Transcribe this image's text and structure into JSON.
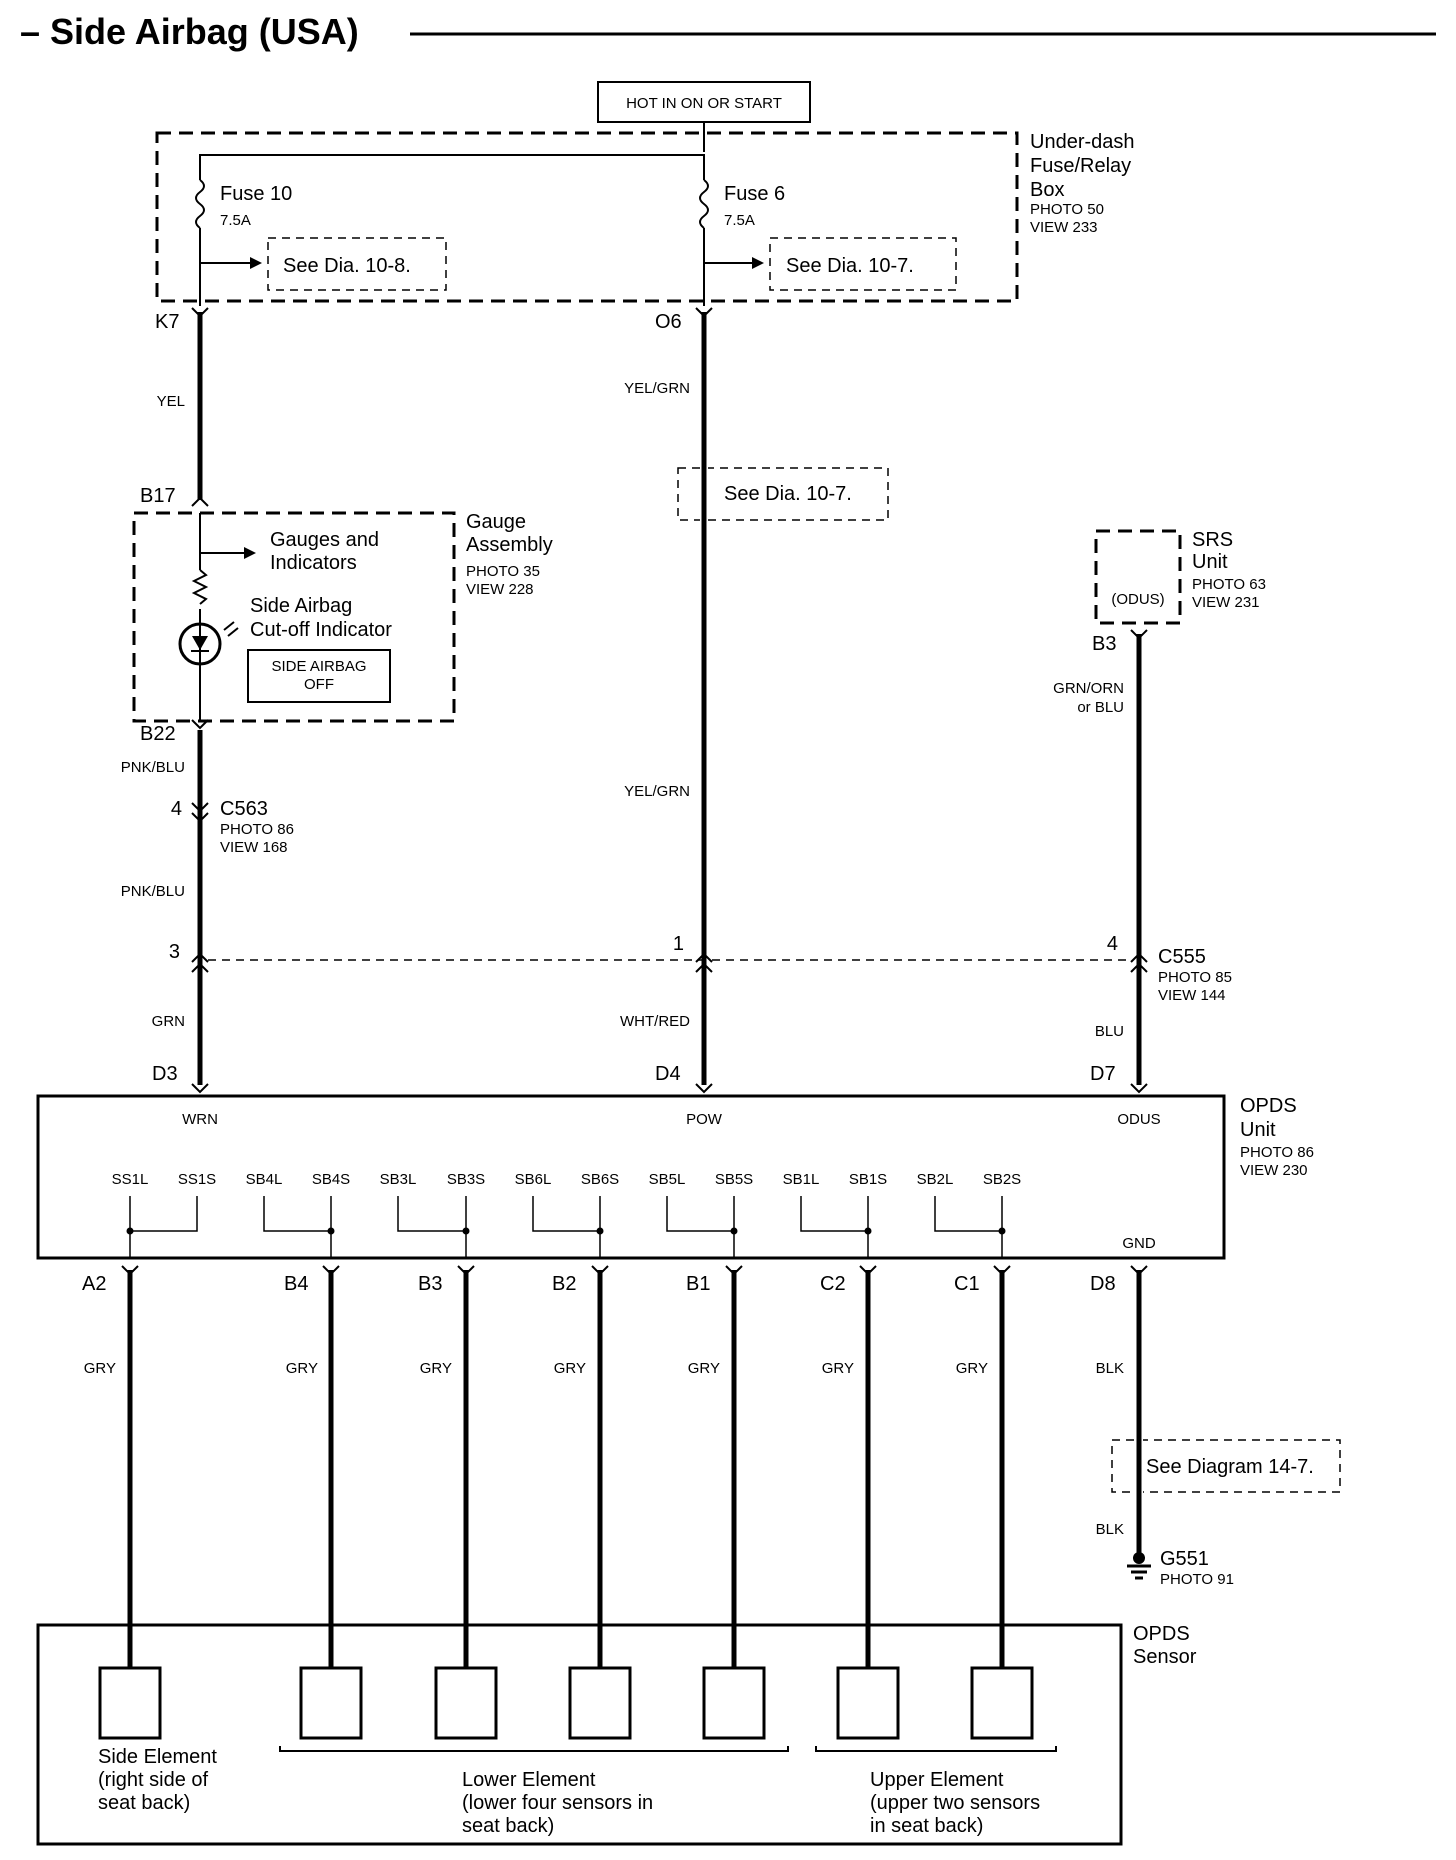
{
  "title": "– Side Airbag (USA)",
  "hot_label": "HOT IN ON OR START",
  "fuse_box": {
    "name_lines": [
      "Under-dash",
      "Fuse/Relay",
      "Box"
    ],
    "photo": "PHOTO 50",
    "view": "VIEW 233"
  },
  "fuse10": {
    "name": "Fuse 10",
    "rating": "7.5A",
    "see": "See Dia. 10-8."
  },
  "fuse6": {
    "name": "Fuse 6",
    "rating": "7.5A",
    "see": "See Dia. 10-7."
  },
  "see_mid": "See Dia. 10-7.",
  "see_gnd": "See Diagram 14-7.",
  "gauge": {
    "name_lines": [
      "Gauge",
      "Assembly"
    ],
    "photo": "PHOTO 35",
    "view": "VIEW 228",
    "gauges_lines": [
      "Gauges and",
      "Indicators"
    ],
    "indicator_lines": [
      "Side Airbag",
      "Cut-off Indicator"
    ],
    "lamp_lines": [
      "SIDE AIRBAG",
      "OFF"
    ]
  },
  "srs": {
    "name_lines": [
      "SRS",
      "Unit"
    ],
    "photo": "PHOTO 63",
    "view": "VIEW 231",
    "odus": "(ODUS)"
  },
  "c563": {
    "name": "C563",
    "photo": "PHOTO 86",
    "view": "VIEW 168"
  },
  "c555": {
    "name": "C555",
    "photo": "PHOTO 85",
    "view": "VIEW 144"
  },
  "opds_unit": {
    "name_lines": [
      "OPDS",
      "Unit"
    ],
    "photo": "PHOTO 86",
    "view": "VIEW 230",
    "wrn": "WRN",
    "pow": "POW",
    "odus": "ODUS",
    "gnd": "GND",
    "terminals": [
      "SS1L",
      "SS1S",
      "SB4L",
      "SB4S",
      "SB3L",
      "SB3S",
      "SB6L",
      "SB6S",
      "SB5L",
      "SB5S",
      "SB1L",
      "SB1S",
      "SB2L",
      "SB2S"
    ]
  },
  "g551": {
    "name": "G551",
    "photo": "PHOTO 91"
  },
  "opds_sensor": {
    "name_lines": [
      "OPDS",
      "Sensor"
    ],
    "side_lines": [
      "Side Element",
      "(right side of",
      "seat back)"
    ],
    "lower_lines": [
      "Lower Element",
      "(lower four sensors in",
      "seat back)"
    ],
    "upper_lines": [
      "Upper Element",
      "(upper two sensors",
      "in seat back)"
    ]
  },
  "pins": {
    "k7": "K7",
    "o6": "O6",
    "b17": "B17",
    "b22": "B22",
    "b3": "B3",
    "c563_4": "4",
    "c555_3": "3",
    "c555_1": "1",
    "c555_4": "4",
    "d3": "D3",
    "d4": "D4",
    "d7": "D7",
    "a2": "A2",
    "b4": "B4",
    "b3b": "B3",
    "b2": "B2",
    "b1": "B1",
    "c2": "C2",
    "c1": "C1",
    "d8": "D8"
  },
  "wires": {
    "yel": "YEL",
    "yelgrn1": "YEL/GRN",
    "yelgrn2": "YEL/GRN",
    "pnkblu1": "PNK/BLU",
    "pnkblu2": "PNK/BLU",
    "grnorn": "GRN/ORN",
    "orblu": "or BLU",
    "grn": "GRN",
    "whtred": "WHT/RED",
    "blu": "BLU",
    "gry": [
      "GRY",
      "GRY",
      "GRY",
      "GRY",
      "GRY",
      "GRY",
      "GRY"
    ],
    "blk1": "BLK",
    "blk2": "BLK"
  }
}
